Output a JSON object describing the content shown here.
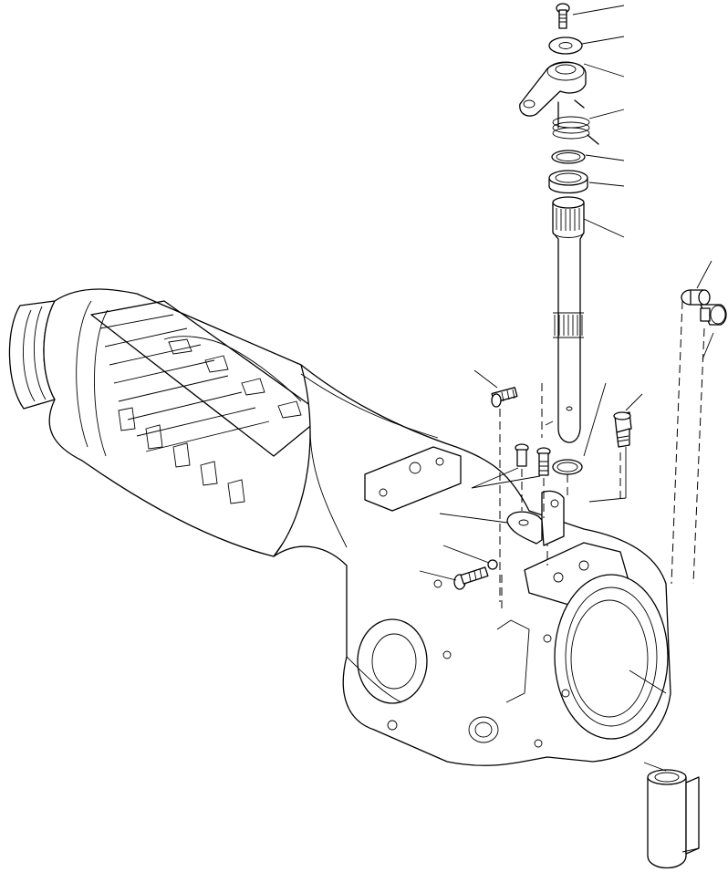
{
  "diagram": {
    "type": "exploded-parts-diagram",
    "background": "#ffffff",
    "line_color": "#000000",
    "subjects": [
      "axle-housing",
      "steering-arm-shaft",
      "bushing",
      "pin",
      "bolts",
      "bracket"
    ]
  }
}
